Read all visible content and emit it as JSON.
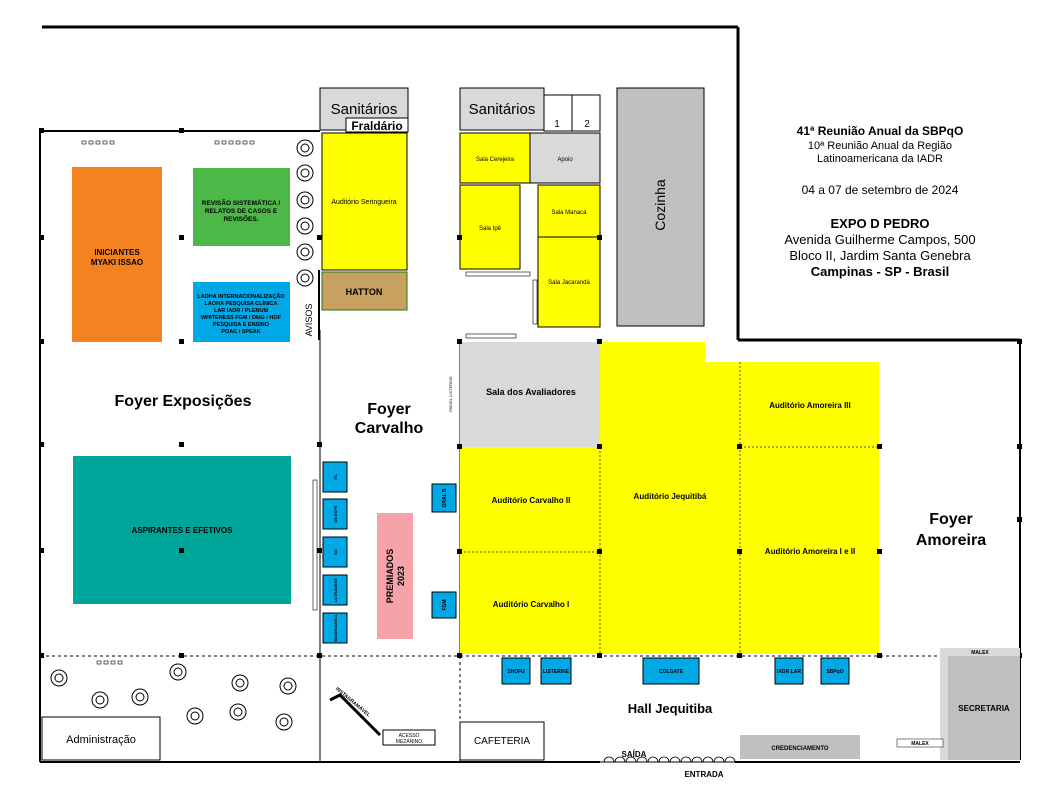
{
  "info": {
    "line1": "41ª Reunião Anual da SBPqO",
    "line2": "10ª Reunião Anual da Região",
    "line3": "Latinoamericana da IADR",
    "dates": "04 a 07 de setembro de 2024",
    "venue": "EXPO D PEDRO",
    "addr1": "Avenida Guilherme Campos, 500",
    "addr2": "Bloco II, Jardim Santa Genebra",
    "city": "Campinas - SP - Brasil"
  },
  "rooms": {
    "sanitarios1": "Sanitários",
    "sanitarios2": "Sanitários",
    "fraldario": "Fraldário",
    "num1": "1",
    "num2": "2",
    "cozinha": "Cozinha",
    "cerejeira": "Sala Cerejeira",
    "apoio": "Apoio",
    "ipe": "Sala Ipê",
    "manaca": "Sala Manacá",
    "jacaranda": "Sala Jacarandá",
    "seringueira": "Auditório Seringueira",
    "hatton": "HATTON",
    "avisos": "AVISOS",
    "iniciantes1": "INICIANTES",
    "iniciantes2": "MYAKI ISSAO",
    "revisao1": "REVISÃO SISTEMÁTICA /",
    "revisao2": "RELATOS DE CASOS E",
    "revisao3": "REVISÕES.",
    "ladoha1": "LADHA INTERNACIONALIZAÇÃO",
    "ladoha2": "LAOHA PESQUISA CLÍNICA",
    "ladoha3": "LAR IADR / PLENUM",
    "ladoha4": "WHITENESS FGM / DMG / HOF",
    "ladoha5": "PESQUISA E ENSINO",
    "ladoha6": "POAC / SPEAK",
    "foyer_exp": "Foyer Exposições",
    "foyer_carv1": "Foyer",
    "foyer_carv2": "Carvalho",
    "foyer_amo1": "Foyer",
    "foyer_amo2": "Amoreira",
    "aspirantes": "ASPIRANTES E EFETIVOS",
    "premiados1": "PREMIADOS",
    "premiados2": "2023",
    "avaliadores": "Sala dos Avaliadores",
    "painel": "PAINEL LISTERINE",
    "carvalho2": "Auditório Carvalho II",
    "carvalho1": "Auditório Carvalho I",
    "jequitiba": "Auditório Jequitibá",
    "amoreira3": "Auditório Amoreira III",
    "amoreira12": "Auditório Amoreira I e II",
    "hall": "Hall Jequitiba",
    "cafeteria": "CAFETERIA",
    "administracao": "Administração",
    "secretaria": "SECRETARIA",
    "malex_top": "MALEX",
    "malex_bottom": "MALEX",
    "credenciamento": "CREDENCIAMENTO",
    "saida": "SAÍDA",
    "entrada": "ENTRADA",
    "instagramavel": "INSTAGRAMÁVEL",
    "acesso1": "ACESSO",
    "acesso2": "MEZANINO",
    "oral_b": "ORAL B",
    "fgm": "FGM"
  },
  "booths_bottom": [
    "SHOFU",
    "LISTERINE",
    "COLGATE",
    "IADR LAR",
    "SBPqO"
  ],
  "booths_left": [
    "ITL",
    "3M ESPE",
    "GC",
    "ULTRADENT",
    "BIODINAMICA"
  ],
  "colors": {
    "yellow": "#ffff00",
    "orange": "#f58220",
    "green": "#4cb848",
    "blue": "#00a8e6",
    "teal": "#00a59a",
    "pink": "#f5a3a8",
    "tan": "#c8a060",
    "gray": "#d9d9d9",
    "darkgray": "#c0c0c0"
  }
}
